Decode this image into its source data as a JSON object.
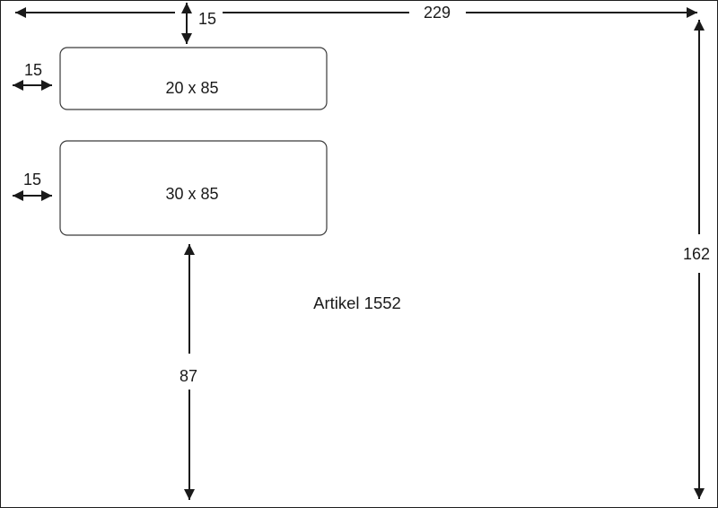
{
  "diagram": {
    "article": "Artikel 1552",
    "dimensions": {
      "sheet_width": "229",
      "sheet_height": "162",
      "top_margin": "15",
      "left_margin_row1": "15",
      "left_margin_row2": "15",
      "label_row1": "20 x 85",
      "label_row2": "30 x 85",
      "bottom_gap": "87"
    },
    "colors": {
      "line": "#1a1a1a",
      "background": "#ffffff"
    }
  }
}
